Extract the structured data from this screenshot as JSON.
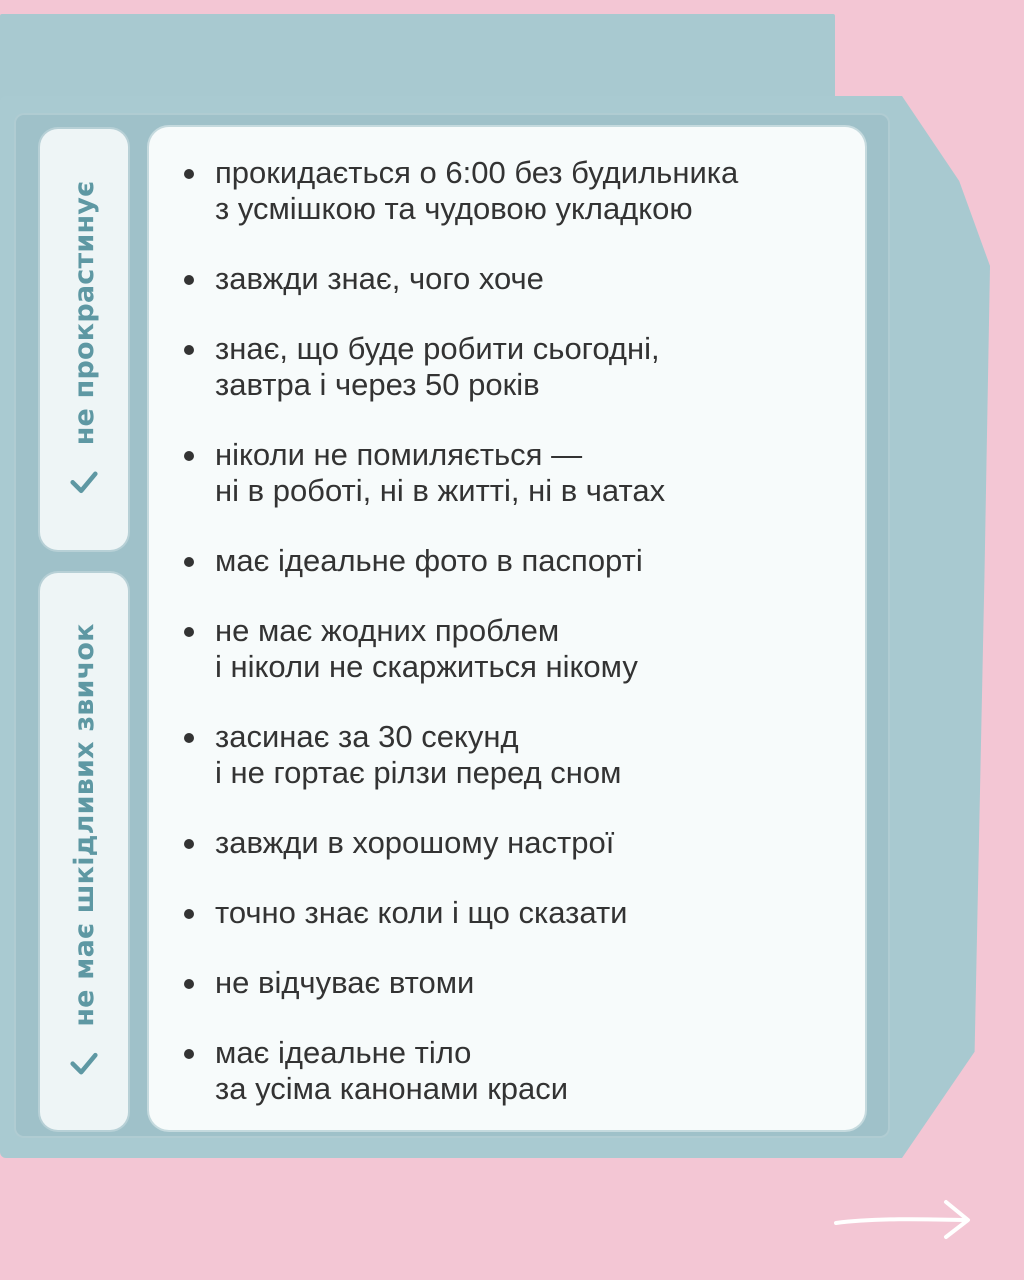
{
  "sidebar": {
    "top_label": "не прокрастинує",
    "bottom_label": "не має шкідливих звичок",
    "check_icon": "check-icon"
  },
  "list": {
    "items": [
      {
        "line1": "прокидається о 6:00 без будильника",
        "line2": "з усмішкою та чудовою укладкою"
      },
      {
        "line1": "завжди знає, чого хоче",
        "line2": ""
      },
      {
        "line1": "знає, що буде робити сьогодні,",
        "line2": "завтра і через 50 років"
      },
      {
        "line1": "ніколи не помиляється —",
        "line2": "ні в роботі, ні в житті, ні в чатах"
      },
      {
        "line1": "має ідеальне фото в паспорті",
        "line2": ""
      },
      {
        "line1": "не має жодних проблем",
        "line2": "і ніколи не скаржиться нікому"
      },
      {
        "line1": "засинає за 30 секунд",
        "line2": "і не гортає рілзи перед сном"
      },
      {
        "line1": "завжди в хорошому настрої",
        "line2": ""
      },
      {
        "line1": "точно знає коли і що сказати",
        "line2": ""
      },
      {
        "line1": "не відчуває втоми",
        "line2": ""
      },
      {
        "line1": "має ідеальне тіло",
        "line2": "за усіма канонами краси"
      }
    ]
  },
  "navigation": {
    "next_icon": "arrow-right-icon"
  },
  "colors": {
    "background": "#f3c6d4",
    "card": "#a9cad1",
    "panel": "#f7fbfb",
    "accent": "#5e98a3",
    "text": "#333333"
  }
}
